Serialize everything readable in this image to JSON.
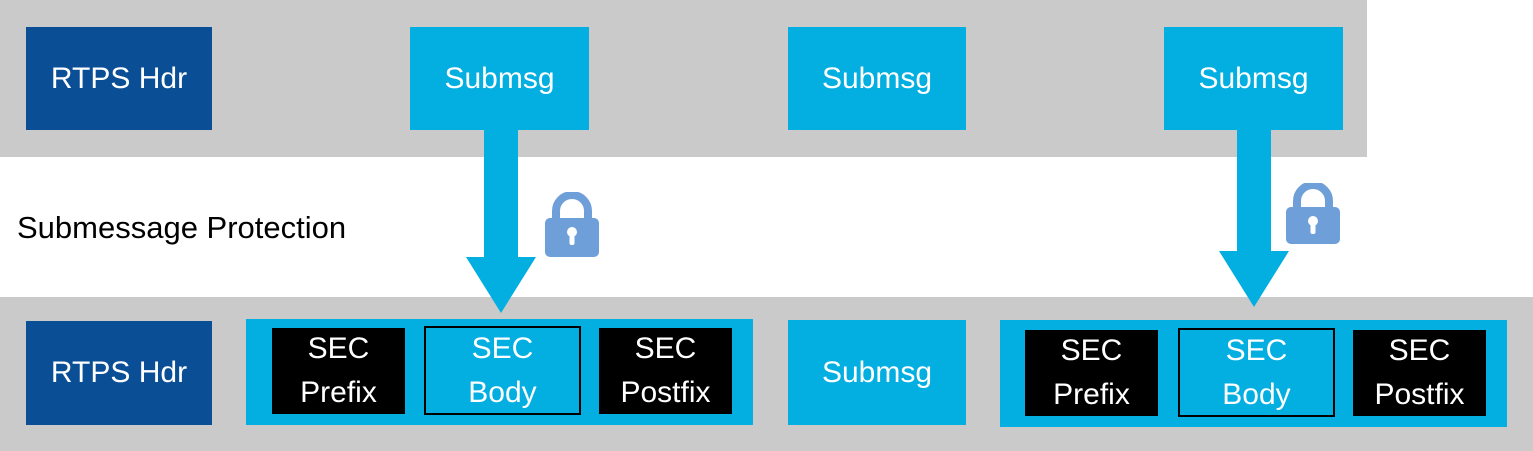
{
  "colors": {
    "band": "#cacaca",
    "header": "#0a4e96",
    "submsg": "#03aee1",
    "sec_block": "#000000",
    "lock": "#6f9fd8"
  },
  "top_row": {
    "header_label": "RTPS Hdr",
    "submsgs": [
      "Submsg",
      "Submsg",
      "Submsg"
    ]
  },
  "protection_label": "Submessage Protection",
  "bottom_row": {
    "header_label": "RTPS Hdr",
    "protected_1": {
      "prefix": [
        "SEC",
        "Prefix"
      ],
      "body": [
        "SEC",
        "Body"
      ],
      "postfix": [
        "SEC",
        "Postfix"
      ]
    },
    "plain_submsg": "Submsg",
    "protected_2": {
      "prefix": [
        "SEC",
        "Prefix"
      ],
      "body": [
        "SEC",
        "Body"
      ],
      "postfix": [
        "SEC",
        "Postfix"
      ]
    }
  },
  "icons": [
    "lock-icon",
    "lock-icon"
  ]
}
